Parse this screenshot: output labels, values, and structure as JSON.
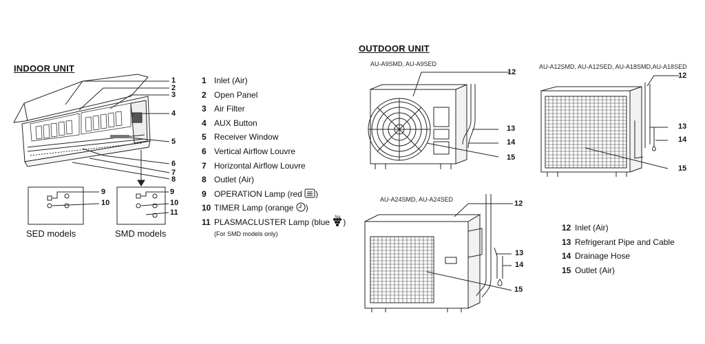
{
  "indoor": {
    "heading": "INDOOR UNIT",
    "sed_caption": "SED models",
    "smd_caption": "SMD models"
  },
  "outdoor": {
    "heading": "OUTDOOR UNIT",
    "model_small": "AU-A9SMD, AU-A9SED",
    "model_mid": "AU-A12SMD, AU-A12SED, AU-A18SMD,AU-A18SED",
    "model_large": "AU-A24SMD, AU-A24SED"
  },
  "callouts": {
    "c1": "1",
    "c2": "2",
    "c3": "3",
    "c4": "4",
    "c5": "5",
    "c6": "6",
    "c7": "7",
    "c8": "8",
    "c9": "9",
    "c10": "10",
    "c9b": "9",
    "c10b": "10",
    "c11": "11",
    "s12": "12",
    "s13": "13",
    "s14": "14",
    "s15": "15",
    "m12": "12",
    "m13": "13",
    "m14": "14",
    "m15": "15",
    "l12": "12",
    "l13": "13",
    "l14": "14",
    "l15": "15"
  },
  "indoor_legend": [
    {
      "num": "1",
      "label": "Inlet (Air)"
    },
    {
      "num": "2",
      "label": "Open Panel"
    },
    {
      "num": "3",
      "label": "Air Filter"
    },
    {
      "num": "4",
      "label": "AUX Button"
    },
    {
      "num": "5",
      "label": "Receiver Window"
    },
    {
      "num": "6",
      "label": "Vertical Airflow Louvre"
    },
    {
      "num": "7",
      "label": "Horizontal Airflow Louvre"
    },
    {
      "num": "8",
      "label": "Outlet (Air)"
    },
    {
      "num": "9",
      "label": "OPERATION Lamp (red",
      "suffix": ")",
      "icon": "operation-lamp-icon"
    },
    {
      "num": "10",
      "label": "TIMER Lamp (orange",
      "suffix": ")",
      "icon": "timer-clock-icon"
    },
    {
      "num": "11",
      "label": "PLASMACLUSTER Lamp (blue",
      "suffix": ")",
      "icon": "plasmacluster-icon"
    }
  ],
  "indoor_note": "(For SMD models only)",
  "plasmacluster_icon_text": "Na",
  "outdoor_legend": [
    {
      "num": "12",
      "label": "Inlet (Air)"
    },
    {
      "num": "13",
      "label": "Refrigerant Pipe and Cable"
    },
    {
      "num": "14",
      "label": "Drainage Hose"
    },
    {
      "num": "15",
      "label": "Outlet (Air)"
    }
  ]
}
